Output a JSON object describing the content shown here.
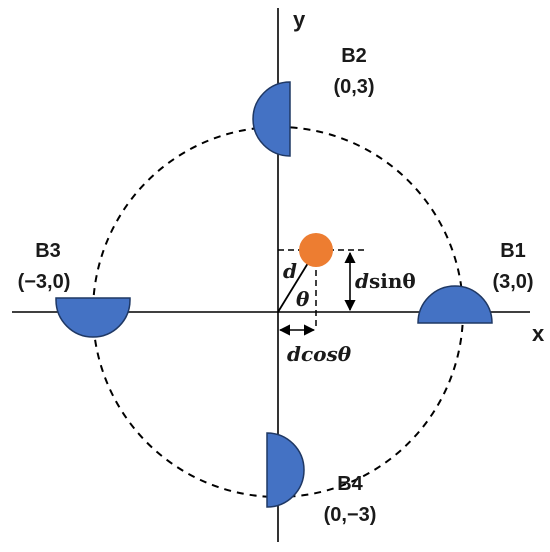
{
  "axes": {
    "x_label": "x",
    "y_label": "y"
  },
  "beacons": [
    {
      "id": "B1",
      "name": "B1",
      "coord": "(3,0)"
    },
    {
      "id": "B2",
      "name": "B2",
      "coord": "(0,3)"
    },
    {
      "id": "B3",
      "name": "B3",
      "coord": "(−3,0)"
    },
    {
      "id": "B4",
      "name": "B4",
      "coord": "(0,−3)"
    }
  ],
  "annotations": {
    "distance": "d",
    "angle": "θ",
    "x_component_d": "d",
    "x_component_rest": "cosθ",
    "y_component_d": "d",
    "y_component_rest": "sinθ"
  },
  "colors": {
    "beacon_fill": "#4472c4",
    "beacon_stroke": "#1f3864",
    "target_fill": "#ed7d31",
    "line": "#000000"
  }
}
